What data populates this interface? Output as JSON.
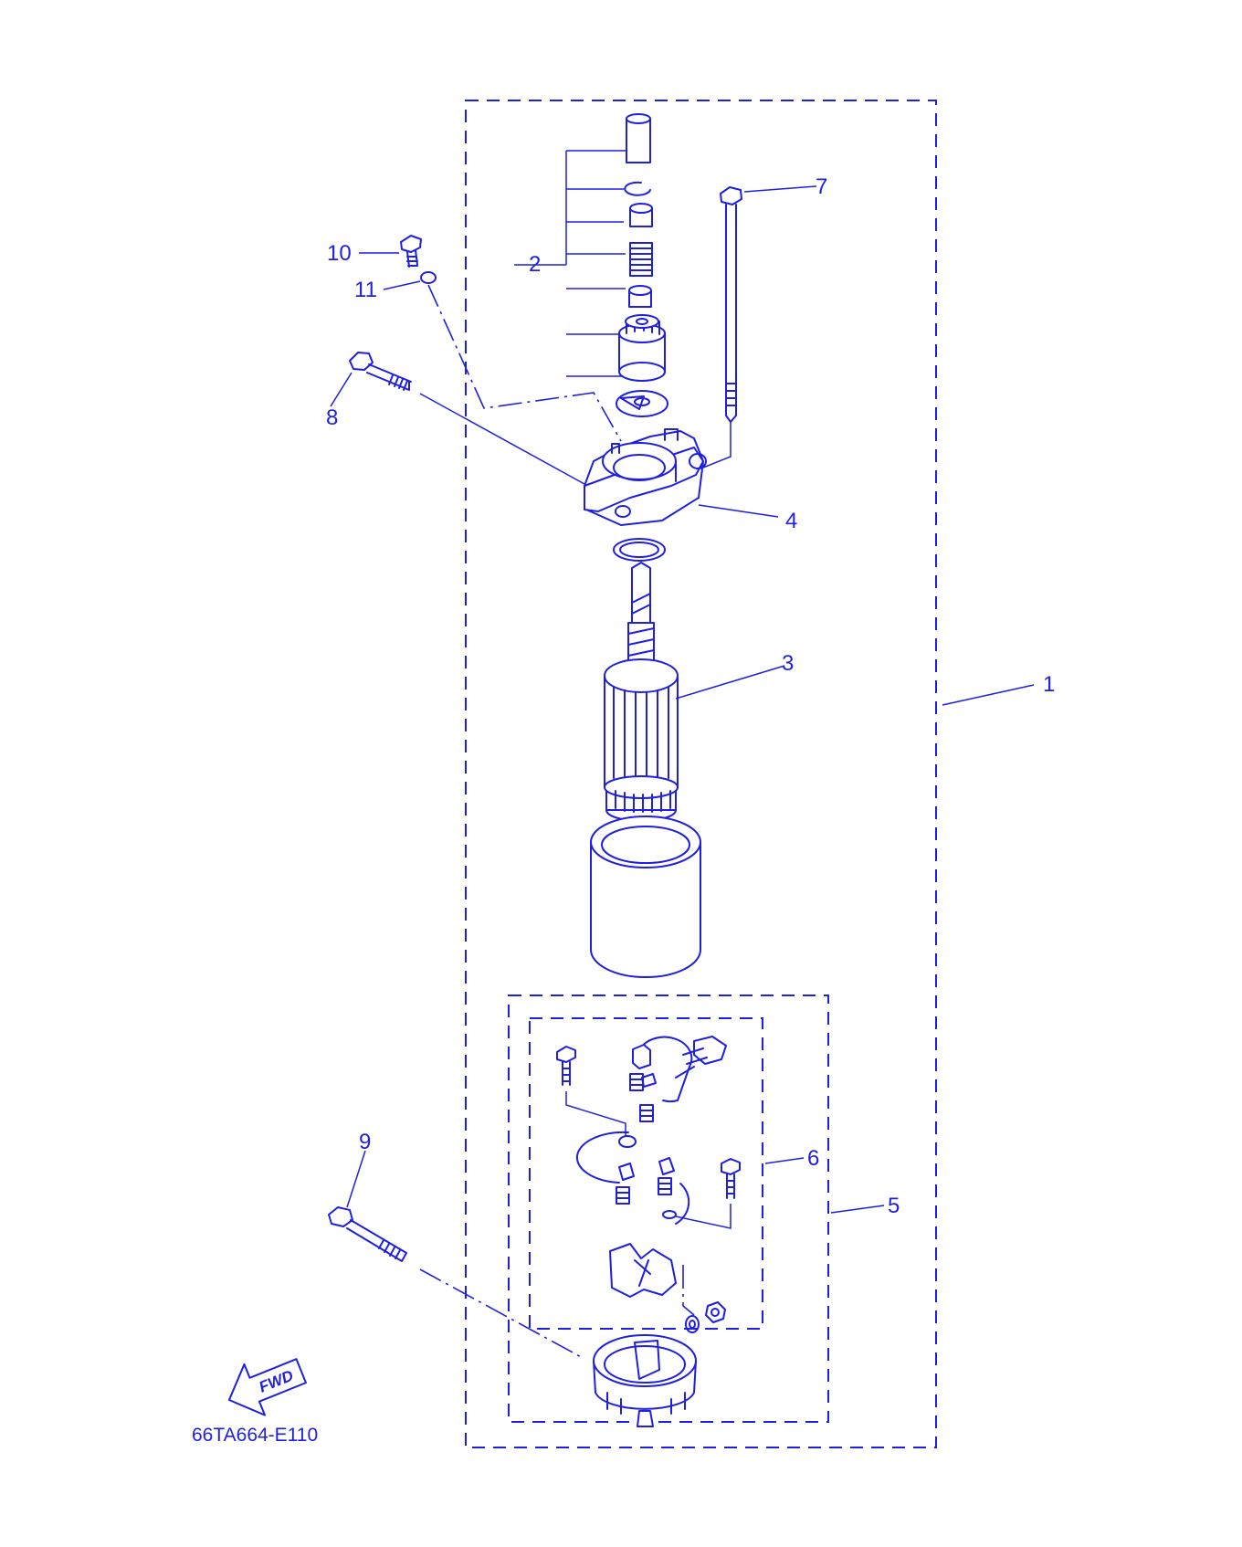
{
  "colors": {
    "ink": "#1f1fe0",
    "background": "#ffffff"
  },
  "callouts": {
    "c1": "1",
    "c2": "2",
    "c3": "3",
    "c4": "4",
    "c5": "5",
    "c6": "6",
    "c7": "7",
    "c8": "8",
    "c9": "9",
    "c10": "10",
    "c11": "11"
  },
  "direction_label": "FWD",
  "figure_code": "66TA664-E110"
}
